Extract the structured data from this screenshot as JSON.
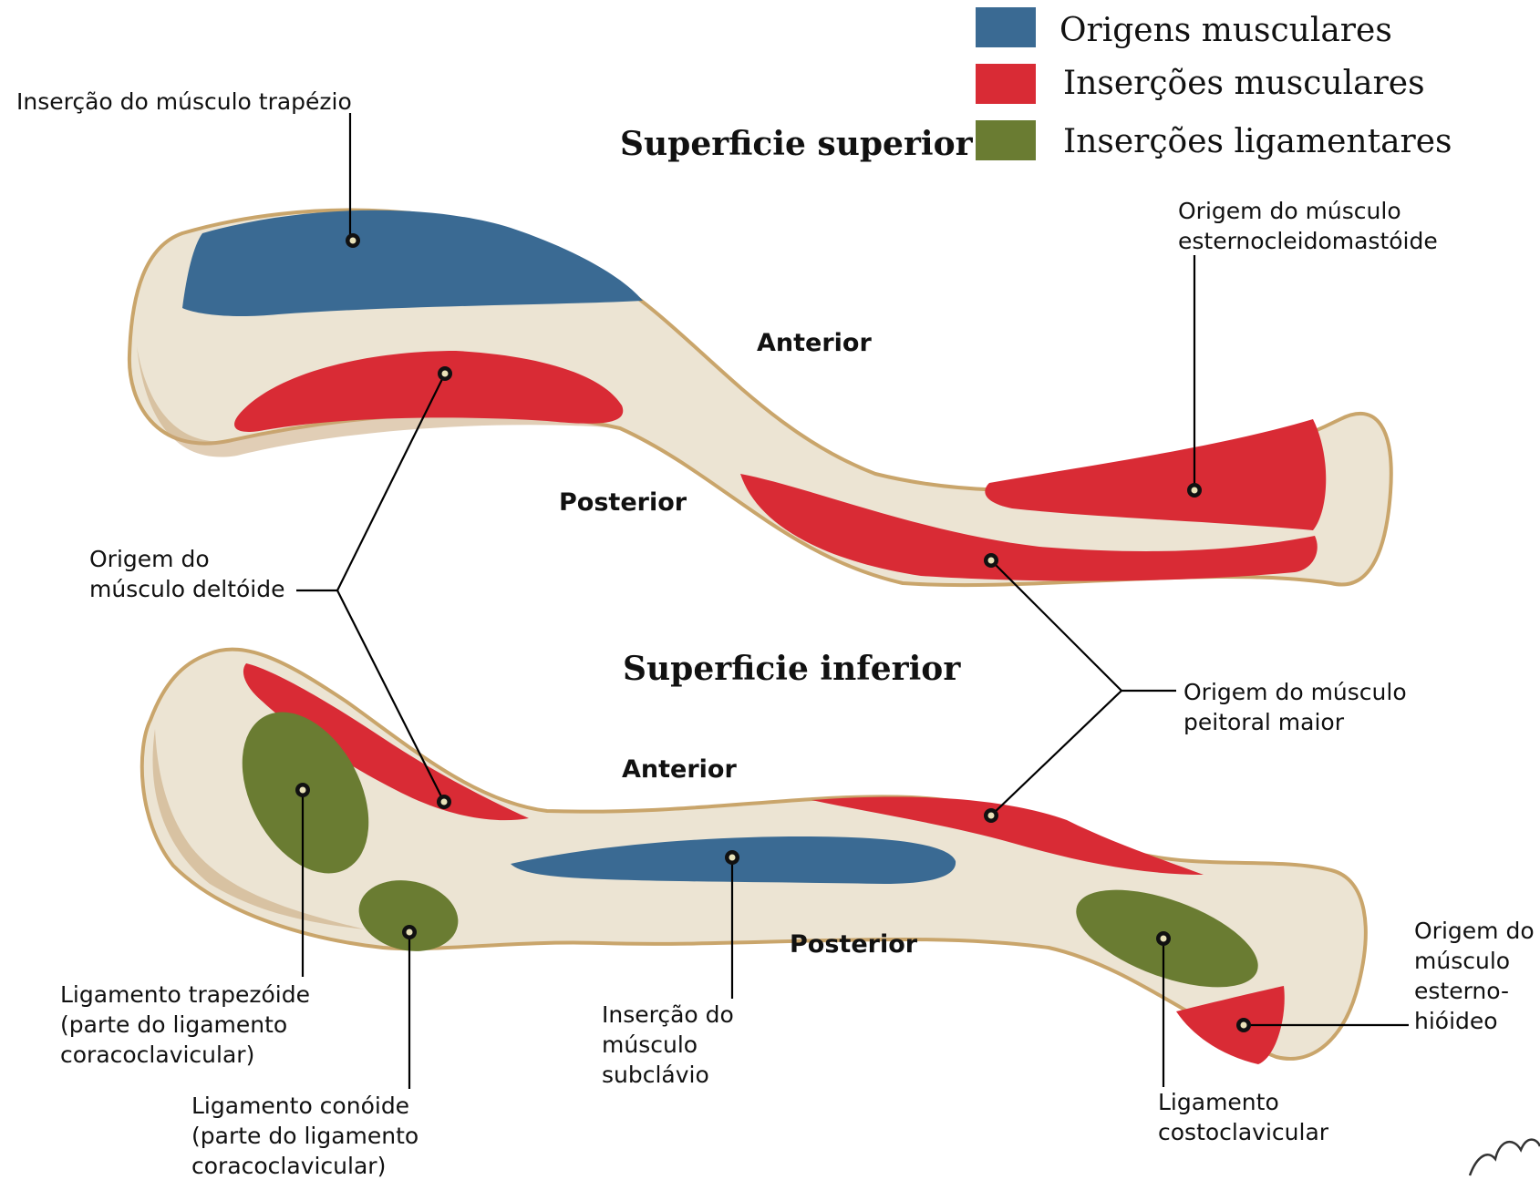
{
  "legend": {
    "items": [
      {
        "label": "Origens musculares",
        "color": "#3a6a93"
      },
      {
        "label": "Inserções musculares",
        "color": "#d92b35"
      },
      {
        "label": "Inserções ligamentares",
        "color": "#6a7c32"
      }
    ]
  },
  "superior": {
    "title": "Superficie superior",
    "anterior": "Anterior",
    "posterior": "Posterior",
    "labels": {
      "trapezius": "Inserção do músculo trapézio",
      "scm_1": "Origem do músculo",
      "scm_2": "esternocleidomastóide"
    }
  },
  "shared": {
    "deltoid_1": "Origem do",
    "deltoid_2": "músculo deltóide",
    "pectoral_1": "Origem do músculo",
    "pectoral_2": "peitoral maior"
  },
  "inferior": {
    "title": "Superficie inferior",
    "anterior": "Anterior",
    "posterior": "Posterior",
    "labels": {
      "trapezoid_1": "Ligamento trapezóide",
      "trapezoid_2": "(parte do ligamento",
      "trapezoid_3": "coracoclavicular)",
      "conoid_1": "Ligamento conóide",
      "conoid_2": "(parte do ligamento",
      "conoid_3": "coracoclavicular)",
      "subclavius_1": "Inserção do",
      "subclavius_2": "músculo",
      "subclavius_3": "subclávio",
      "costoclav_1": "Ligamento",
      "costoclav_2": "costoclavicular",
      "sternohyoid_1": "Origem do",
      "sternohyoid_2": "músculo",
      "sternohyoid_3": "esterno-",
      "sternohyoid_4": "hióideo"
    }
  }
}
